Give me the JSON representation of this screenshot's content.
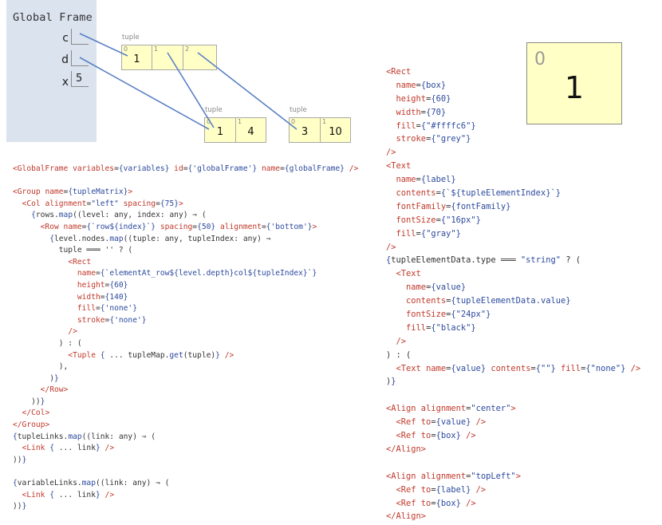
{
  "global_frame": {
    "title": "Global Frame",
    "variables": [
      {
        "name": "c",
        "value": ""
      },
      {
        "name": "d",
        "value": ""
      },
      {
        "name": "x",
        "value": "5"
      }
    ]
  },
  "tuples": [
    {
      "label": "tuple",
      "cells": [
        {
          "index": "0",
          "value": "1"
        },
        {
          "index": "1",
          "value": ""
        },
        {
          "index": "2",
          "value": ""
        }
      ]
    },
    {
      "label": "tuple",
      "cells": [
        {
          "index": "0",
          "value": "1"
        },
        {
          "index": "1",
          "value": "4"
        }
      ]
    },
    {
      "label": "tuple",
      "cells": [
        {
          "index": "0",
          "value": "3"
        },
        {
          "index": "1",
          "value": "10"
        }
      ]
    }
  ],
  "preview": {
    "index": "0",
    "value": "1"
  },
  "colors": {
    "frame_bg": "#dbe3ee",
    "tuple_fill": "#ffffc6",
    "tuple_stroke": "grey",
    "link": "#5b80c4",
    "code_tag": "#c0392b",
    "code_brace": "#2c4a9e"
  },
  "code_left": [
    [
      [
        "t-tag",
        "<GlobalFrame "
      ],
      [
        "t-attr",
        "variables"
      ],
      [
        "t-op",
        "="
      ],
      [
        "t-brace",
        "{variables}"
      ],
      [
        "t-attr",
        " id"
      ],
      [
        "t-op",
        "="
      ],
      [
        "t-brace",
        "{"
      ],
      [
        "t-str",
        "'globalFrame'"
      ],
      [
        "t-brace",
        "}"
      ],
      [
        "t-attr",
        " name"
      ],
      [
        "t-op",
        "="
      ],
      [
        "t-brace",
        "{globalFrame}"
      ],
      [
        "t-tag",
        " />"
      ]
    ],
    [],
    [
      [
        "t-tag",
        "<Group "
      ],
      [
        "t-attr",
        "name"
      ],
      [
        "t-op",
        "="
      ],
      [
        "t-brace",
        "{tupleMatrix}"
      ],
      [
        "t-tag",
        ">"
      ]
    ],
    [
      [
        "t-txt",
        "  "
      ],
      [
        "t-tag",
        "<Col "
      ],
      [
        "t-attr",
        "alignment"
      ],
      [
        "t-op",
        "="
      ],
      [
        "t-str",
        "\"left\""
      ],
      [
        "t-attr",
        " spacing"
      ],
      [
        "t-op",
        "="
      ],
      [
        "t-brace",
        "{75}"
      ],
      [
        "t-tag",
        ">"
      ]
    ],
    [
      [
        "t-txt",
        "    "
      ],
      [
        "t-brace",
        "{"
      ],
      [
        "t-txt",
        "rows."
      ],
      [
        "t-brace",
        "map"
      ],
      [
        "t-txt",
        "((level: any, index: any) ⇒ ("
      ]
    ],
    [
      [
        "t-txt",
        "      "
      ],
      [
        "t-tag",
        "<Row "
      ],
      [
        "t-attr",
        "name"
      ],
      [
        "t-op",
        "="
      ],
      [
        "t-brace",
        "{`row${index}`}"
      ],
      [
        "t-attr",
        " spacing"
      ],
      [
        "t-op",
        "="
      ],
      [
        "t-brace",
        "{50}"
      ],
      [
        "t-attr",
        " alignment"
      ],
      [
        "t-op",
        "="
      ],
      [
        "t-brace",
        "{'bottom'}"
      ],
      [
        "t-tag",
        ">"
      ]
    ],
    [
      [
        "t-txt",
        "        "
      ],
      [
        "t-brace",
        "{"
      ],
      [
        "t-txt",
        "level.nodes."
      ],
      [
        "t-brace",
        "map"
      ],
      [
        "t-txt",
        "((tuple: any, tupleIndex: any) ⇒"
      ]
    ],
    [
      [
        "t-txt",
        "          tuple ═══ '' ? ("
      ]
    ],
    [
      [
        "t-txt",
        "            "
      ],
      [
        "t-tag",
        "<Rect"
      ]
    ],
    [
      [
        "t-txt",
        "              "
      ],
      [
        "t-attr",
        "name"
      ],
      [
        "t-op",
        "="
      ],
      [
        "t-brace",
        "{`elementAt_row${level.depth}col${tupleIndex}`}"
      ]
    ],
    [
      [
        "t-txt",
        "              "
      ],
      [
        "t-attr",
        "height"
      ],
      [
        "t-op",
        "="
      ],
      [
        "t-brace",
        "{60}"
      ]
    ],
    [
      [
        "t-txt",
        "              "
      ],
      [
        "t-attr",
        "width"
      ],
      [
        "t-op",
        "="
      ],
      [
        "t-brace",
        "{140}"
      ]
    ],
    [
      [
        "t-txt",
        "              "
      ],
      [
        "t-attr",
        "fill"
      ],
      [
        "t-op",
        "="
      ],
      [
        "t-brace",
        "{'none'}"
      ]
    ],
    [
      [
        "t-txt",
        "              "
      ],
      [
        "t-attr",
        "stroke"
      ],
      [
        "t-op",
        "="
      ],
      [
        "t-brace",
        "{'none'}"
      ]
    ],
    [
      [
        "t-txt",
        "            "
      ],
      [
        "t-tag",
        "/>"
      ]
    ],
    [
      [
        "t-txt",
        "          ) : ("
      ]
    ],
    [
      [
        "t-txt",
        "            "
      ],
      [
        "t-tag",
        "<Tuple "
      ],
      [
        "t-brace",
        "{"
      ],
      [
        "t-txt",
        " ... tupleMap."
      ],
      [
        "t-brace",
        "get"
      ],
      [
        "t-txt",
        "(tuple)"
      ],
      [
        "t-brace",
        "}"
      ],
      [
        "t-tag",
        " />"
      ]
    ],
    [
      [
        "t-txt",
        "          ),"
      ]
    ],
    [
      [
        "t-txt",
        "        )"
      ],
      [
        "t-brace",
        "}"
      ]
    ],
    [
      [
        "t-txt",
        "      "
      ],
      [
        "t-tag",
        "</Row>"
      ]
    ],
    [
      [
        "t-txt",
        "    ))"
      ],
      [
        "t-brace",
        "}"
      ]
    ],
    [
      [
        "t-txt",
        "  "
      ],
      [
        "t-tag",
        "</Col>"
      ]
    ],
    [
      [
        "t-tag",
        "</Group>"
      ]
    ],
    [
      [
        "t-brace",
        "{"
      ],
      [
        "t-txt",
        "tupleLinks."
      ],
      [
        "t-brace",
        "map"
      ],
      [
        "t-txt",
        "((link: any) ⇒ ("
      ]
    ],
    [
      [
        "t-txt",
        "  "
      ],
      [
        "t-tag",
        "<Link "
      ],
      [
        "t-brace",
        "{"
      ],
      [
        "t-txt",
        " ... link"
      ],
      [
        "t-brace",
        "}"
      ],
      [
        "t-tag",
        " />"
      ]
    ],
    [
      [
        "t-txt",
        "))"
      ],
      [
        "t-brace",
        "}"
      ]
    ],
    [],
    [
      [
        "t-brace",
        "{"
      ],
      [
        "t-txt",
        "variableLinks."
      ],
      [
        "t-brace",
        "map"
      ],
      [
        "t-txt",
        "((link: any) ⇒ ("
      ]
    ],
    [
      [
        "t-txt",
        "  "
      ],
      [
        "t-tag",
        "<Link "
      ],
      [
        "t-brace",
        "{"
      ],
      [
        "t-txt",
        " ... link"
      ],
      [
        "t-brace",
        "}"
      ],
      [
        "t-tag",
        " />"
      ]
    ],
    [
      [
        "t-txt",
        "))"
      ],
      [
        "t-brace",
        "}"
      ]
    ]
  ],
  "code_right": [
    [
      [
        "t-tag",
        "<Rect"
      ]
    ],
    [
      [
        "t-txt",
        "  "
      ],
      [
        "t-attr",
        "name"
      ],
      [
        "t-op",
        "="
      ],
      [
        "t-brace",
        "{box}"
      ]
    ],
    [
      [
        "t-txt",
        "  "
      ],
      [
        "t-attr",
        "height"
      ],
      [
        "t-op",
        "="
      ],
      [
        "t-brace",
        "{60}"
      ]
    ],
    [
      [
        "t-txt",
        "  "
      ],
      [
        "t-attr",
        "width"
      ],
      [
        "t-op",
        "="
      ],
      [
        "t-brace",
        "{70}"
      ]
    ],
    [
      [
        "t-txt",
        "  "
      ],
      [
        "t-attr",
        "fill"
      ],
      [
        "t-op",
        "="
      ],
      [
        "t-brace",
        "{"
      ],
      [
        "t-str",
        "\"#ffffc6\""
      ],
      [
        "t-brace",
        "}"
      ]
    ],
    [
      [
        "t-txt",
        "  "
      ],
      [
        "t-attr",
        "stroke"
      ],
      [
        "t-op",
        "="
      ],
      [
        "t-brace",
        "{"
      ],
      [
        "t-str",
        "\"grey\""
      ],
      [
        "t-brace",
        "}"
      ]
    ],
    [
      [
        "t-tag",
        "/>"
      ]
    ],
    [
      [
        "t-tag",
        "<Text"
      ]
    ],
    [
      [
        "t-txt",
        "  "
      ],
      [
        "t-attr",
        "name"
      ],
      [
        "t-op",
        "="
      ],
      [
        "t-brace",
        "{label}"
      ]
    ],
    [
      [
        "t-txt",
        "  "
      ],
      [
        "t-attr",
        "contents"
      ],
      [
        "t-op",
        "="
      ],
      [
        "t-brace",
        "{`${tupleElementIndex}`}"
      ]
    ],
    [
      [
        "t-txt",
        "  "
      ],
      [
        "t-attr",
        "fontFamily"
      ],
      [
        "t-op",
        "="
      ],
      [
        "t-brace",
        "{fontFamily}"
      ]
    ],
    [
      [
        "t-txt",
        "  "
      ],
      [
        "t-attr",
        "fontSize"
      ],
      [
        "t-op",
        "="
      ],
      [
        "t-brace",
        "{"
      ],
      [
        "t-str",
        "\"16px\""
      ],
      [
        "t-brace",
        "}"
      ]
    ],
    [
      [
        "t-txt",
        "  "
      ],
      [
        "t-attr",
        "fill"
      ],
      [
        "t-op",
        "="
      ],
      [
        "t-brace",
        "{"
      ],
      [
        "t-str",
        "\"gray\""
      ],
      [
        "t-brace",
        "}"
      ]
    ],
    [
      [
        "t-tag",
        "/>"
      ]
    ],
    [
      [
        "t-brace",
        "{"
      ],
      [
        "t-txt",
        "tupleElementData.type ═══ "
      ],
      [
        "t-str",
        "\"string\""
      ],
      [
        "t-txt",
        " ? ("
      ]
    ],
    [
      [
        "t-txt",
        "  "
      ],
      [
        "t-tag",
        "<Text"
      ]
    ],
    [
      [
        "t-txt",
        "    "
      ],
      [
        "t-attr",
        "name"
      ],
      [
        "t-op",
        "="
      ],
      [
        "t-brace",
        "{value}"
      ]
    ],
    [
      [
        "t-txt",
        "    "
      ],
      [
        "t-attr",
        "contents"
      ],
      [
        "t-op",
        "="
      ],
      [
        "t-brace",
        "{tupleElementData.value}"
      ]
    ],
    [
      [
        "t-txt",
        "    "
      ],
      [
        "t-attr",
        "fontSize"
      ],
      [
        "t-op",
        "="
      ],
      [
        "t-brace",
        "{"
      ],
      [
        "t-str",
        "\"24px\""
      ],
      [
        "t-brace",
        "}"
      ]
    ],
    [
      [
        "t-txt",
        "    "
      ],
      [
        "t-attr",
        "fill"
      ],
      [
        "t-op",
        "="
      ],
      [
        "t-brace",
        "{"
      ],
      [
        "t-str",
        "\"black\""
      ],
      [
        "t-brace",
        "}"
      ]
    ],
    [
      [
        "t-txt",
        "  "
      ],
      [
        "t-tag",
        "/>"
      ]
    ],
    [
      [
        "t-txt",
        ") : ("
      ]
    ],
    [
      [
        "t-txt",
        "  "
      ],
      [
        "t-tag",
        "<Text "
      ],
      [
        "t-attr",
        "name"
      ],
      [
        "t-op",
        "="
      ],
      [
        "t-brace",
        "{value}"
      ],
      [
        "t-attr",
        " contents"
      ],
      [
        "t-op",
        "="
      ],
      [
        "t-brace",
        "{"
      ],
      [
        "t-str",
        "\"\""
      ],
      [
        "t-brace",
        "}"
      ],
      [
        "t-attr",
        " fill"
      ],
      [
        "t-op",
        "="
      ],
      [
        "t-brace",
        "{"
      ],
      [
        "t-str",
        "\"none\""
      ],
      [
        "t-brace",
        "}"
      ],
      [
        "t-tag",
        " />"
      ]
    ],
    [
      [
        "t-txt",
        ")"
      ],
      [
        "t-brace",
        "}"
      ]
    ],
    [],
    [
      [
        "t-tag",
        "<Align "
      ],
      [
        "t-attr",
        "alignment"
      ],
      [
        "t-op",
        "="
      ],
      [
        "t-str",
        "\"center\""
      ],
      [
        "t-tag",
        ">"
      ]
    ],
    [
      [
        "t-txt",
        "  "
      ],
      [
        "t-tag",
        "<Ref "
      ],
      [
        "t-attr",
        "to"
      ],
      [
        "t-op",
        "="
      ],
      [
        "t-brace",
        "{value}"
      ],
      [
        "t-tag",
        " />"
      ]
    ],
    [
      [
        "t-txt",
        "  "
      ],
      [
        "t-tag",
        "<Ref "
      ],
      [
        "t-attr",
        "to"
      ],
      [
        "t-op",
        "="
      ],
      [
        "t-brace",
        "{box}"
      ],
      [
        "t-tag",
        " />"
      ]
    ],
    [
      [
        "t-tag",
        "</Align>"
      ]
    ],
    [],
    [
      [
        "t-tag",
        "<Align "
      ],
      [
        "t-attr",
        "alignment"
      ],
      [
        "t-op",
        "="
      ],
      [
        "t-str",
        "\"topLeft\""
      ],
      [
        "t-tag",
        ">"
      ]
    ],
    [
      [
        "t-txt",
        "  "
      ],
      [
        "t-tag",
        "<Ref "
      ],
      [
        "t-attr",
        "to"
      ],
      [
        "t-op",
        "="
      ],
      [
        "t-brace",
        "{label}"
      ],
      [
        "t-tag",
        " />"
      ]
    ],
    [
      [
        "t-txt",
        "  "
      ],
      [
        "t-tag",
        "<Ref "
      ],
      [
        "t-attr",
        "to"
      ],
      [
        "t-op",
        "="
      ],
      [
        "t-brace",
        "{box}"
      ],
      [
        "t-tag",
        " />"
      ]
    ],
    [
      [
        "t-tag",
        "</Align>"
      ]
    ]
  ]
}
